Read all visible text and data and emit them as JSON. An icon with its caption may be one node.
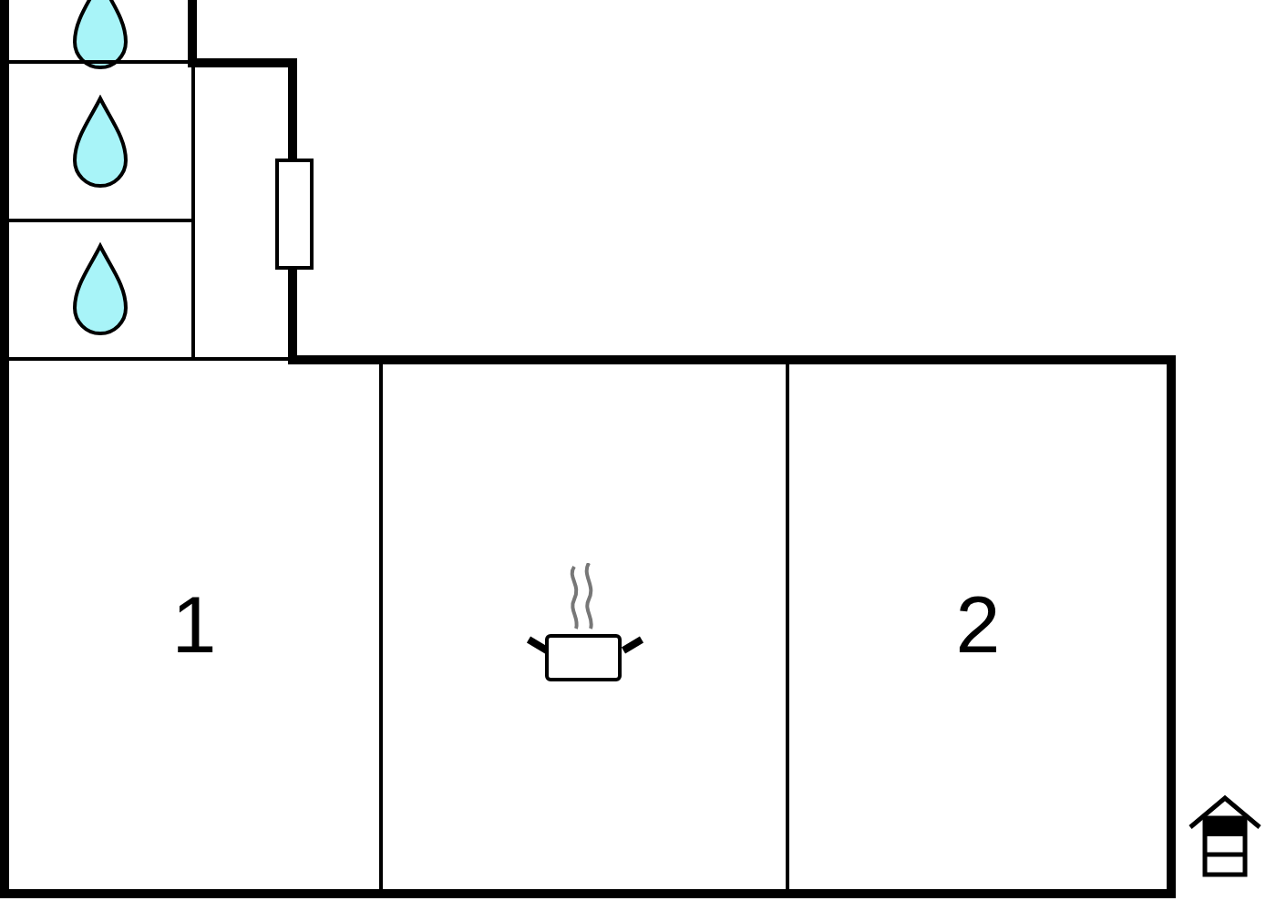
{
  "diagram": {
    "nodes": [
      {
        "text": [],
        "shape": "box"
      },
      {
        "text": [],
        "shape": "box"
      },
      {
        "text": [],
        "shape": "box"
      },
      {
        "text": [],
        "shape": "box"
      },
      {
        "text": [
          "1"
        ]
      },
      {
        "text": [],
        "shape": "box"
      },
      {
        "text": [
          "2"
        ]
      }
    ]
  }
}
